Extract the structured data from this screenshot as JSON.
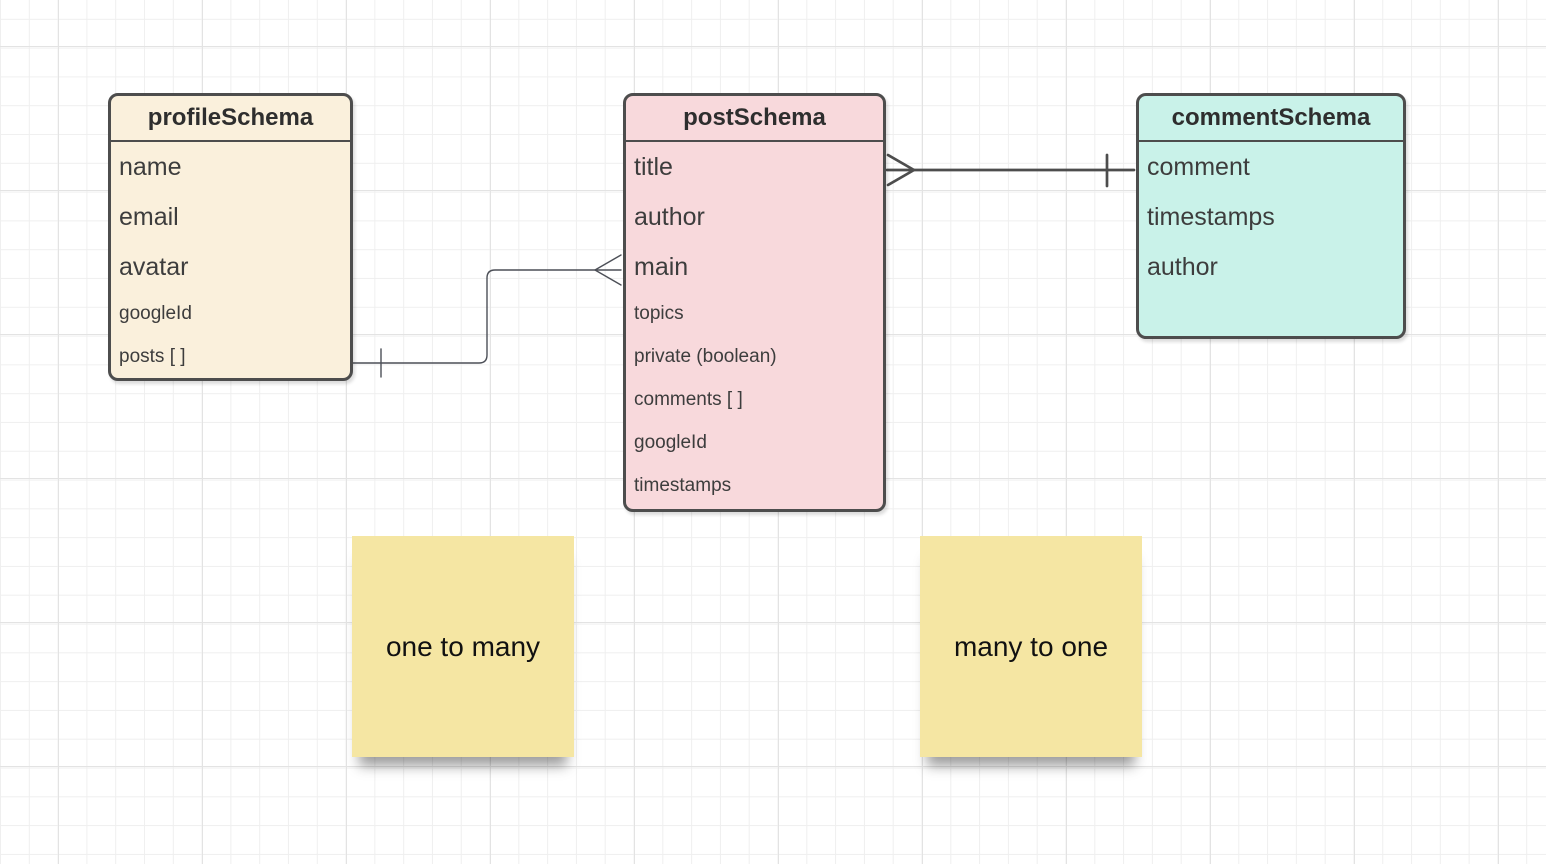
{
  "diagram": {
    "entities": [
      {
        "title": "profileSchema",
        "fill": "#FAF0DC",
        "fields": [
          {
            "label": "name",
            "emphasis": "large"
          },
          {
            "label": "email",
            "emphasis": "large"
          },
          {
            "label": "avatar",
            "emphasis": "large"
          },
          {
            "label": "googleId",
            "emphasis": "small"
          },
          {
            "label": "posts [ ]",
            "emphasis": "small"
          }
        ]
      },
      {
        "title": "postSchema",
        "fill": "#F8D9DC",
        "fields": [
          {
            "label": "title",
            "emphasis": "large"
          },
          {
            "label": "author",
            "emphasis": "large"
          },
          {
            "label": "main",
            "emphasis": "large"
          },
          {
            "label": "topics",
            "emphasis": "small"
          },
          {
            "label": "private (boolean)",
            "emphasis": "small"
          },
          {
            "label": "comments [ ]",
            "emphasis": "small"
          },
          {
            "label": "googleId",
            "emphasis": "small"
          },
          {
            "label": "timestamps",
            "emphasis": "small"
          }
        ]
      },
      {
        "title": "commentSchema",
        "fill": "#C9F2E9",
        "fields": [
          {
            "label": "comment",
            "emphasis": "large"
          },
          {
            "label": "timestamps",
            "emphasis": "large"
          },
          {
            "label": "author",
            "emphasis": "large"
          }
        ]
      }
    ],
    "notes": [
      {
        "text": "one to many",
        "fill": "#F5E6A3"
      },
      {
        "text": "many to one",
        "fill": "#F5E6A3"
      }
    ],
    "relationships": [
      {
        "from_entity": "profileSchema",
        "from_field": "posts [ ]",
        "from_cardinality": "one",
        "to_entity": "postSchema",
        "to_field": "main",
        "to_cardinality": "many",
        "notation": "crows-foot"
      },
      {
        "from_entity": "postSchema",
        "from_field": "title",
        "from_cardinality": "many",
        "to_entity": "commentSchema",
        "to_field": "comment",
        "to_cardinality": "one",
        "notation": "crows-foot"
      }
    ],
    "colors": {
      "canvas_bg": "#FFFFFF",
      "grid_minor": "#EFEFEF",
      "grid_major": "#E3E3E3",
      "entity_border": "#4D4D4D",
      "connector_thin": "#4C4F57",
      "connector_thick": "#4D4D4D",
      "field_text": "#3D3D3D",
      "header_text": "#2E2E2E",
      "note_text": "#111111"
    }
  }
}
